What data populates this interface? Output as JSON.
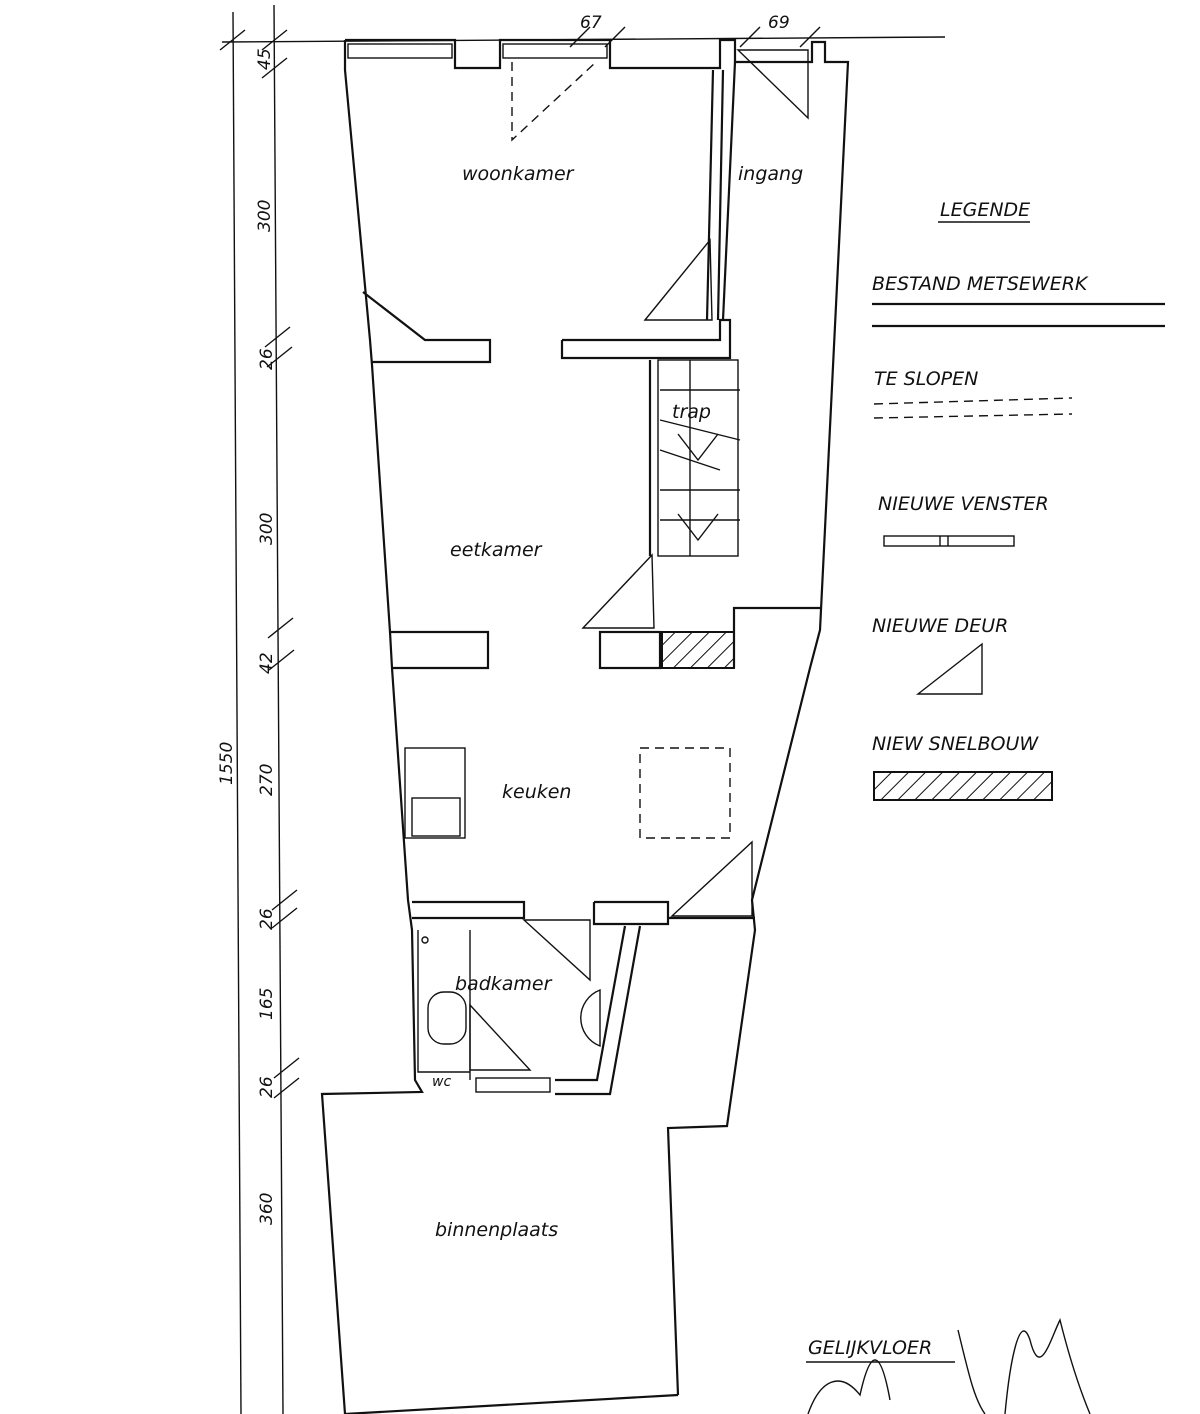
{
  "rooms": {
    "woonkamer": "woonkamer",
    "ingang": "ingang",
    "trap": "trap",
    "eetkamer": "eetkamer",
    "keuken": "keuken",
    "badkamer": "badkamer",
    "wc": "wc",
    "binnenplaats": "binnenplaats"
  },
  "dimensions": {
    "top_67": "67",
    "top_69": "69",
    "d45": "45",
    "d300a": "300",
    "d26a": "26",
    "d300b": "300",
    "d42": "42",
    "d270": "270",
    "d1550": "1550",
    "d26b": "26",
    "d165": "165",
    "d26c": "26",
    "d360": "360"
  },
  "legend": {
    "title": "LEGENDE",
    "existing_masonry": "BESTAND METSEWERK",
    "to_demolish": "TE SLOPEN",
    "new_window": "NIEUWE VENSTER",
    "new_door": "NIEUWE DEUR",
    "new_quick_build": "NIEW SNELBOUW"
  },
  "footer": {
    "floor_label": "GELIJKVLOER"
  },
  "colors": {
    "ink": "#111111",
    "paper": "#ffffff"
  }
}
